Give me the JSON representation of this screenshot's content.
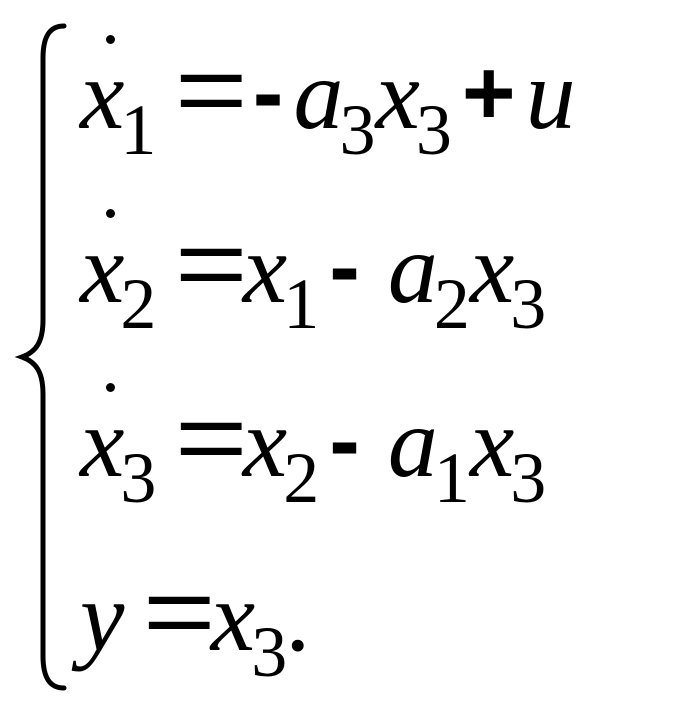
{
  "equations": [
    {
      "lhs": {
        "var": "x",
        "sub": "1",
        "dot": true
      },
      "eq": "=",
      "rhs": [
        {
          "kind": "op",
          "text": "-"
        },
        {
          "kind": "var",
          "var": "a",
          "sub": "3"
        },
        {
          "kind": "var",
          "var": "x",
          "sub": "3"
        },
        {
          "kind": "op",
          "text": "+"
        },
        {
          "kind": "var",
          "var": "u",
          "sub": ""
        }
      ]
    },
    {
      "lhs": {
        "var": "x",
        "sub": "2",
        "dot": true
      },
      "eq": "=",
      "rhs": [
        {
          "kind": "var",
          "var": "x",
          "sub": "1"
        },
        {
          "kind": "op",
          "text": "-"
        },
        {
          "kind": "var",
          "var": "a",
          "sub": "2"
        },
        {
          "kind": "var",
          "var": "x",
          "sub": "3"
        }
      ]
    },
    {
      "lhs": {
        "var": "x",
        "sub": "3",
        "dot": true
      },
      "eq": "=",
      "rhs": [
        {
          "kind": "var",
          "var": "x",
          "sub": "2"
        },
        {
          "kind": "op",
          "text": "-"
        },
        {
          "kind": "var",
          "var": "a",
          "sub": "1"
        },
        {
          "kind": "var",
          "var": "x",
          "sub": "3"
        }
      ]
    },
    {
      "lhs": {
        "var": "y",
        "sub": "",
        "dot": false
      },
      "eq": "=",
      "rhs": [
        {
          "kind": "var",
          "var": "x",
          "sub": "3"
        },
        {
          "kind": "punct",
          "text": "."
        }
      ]
    }
  ]
}
